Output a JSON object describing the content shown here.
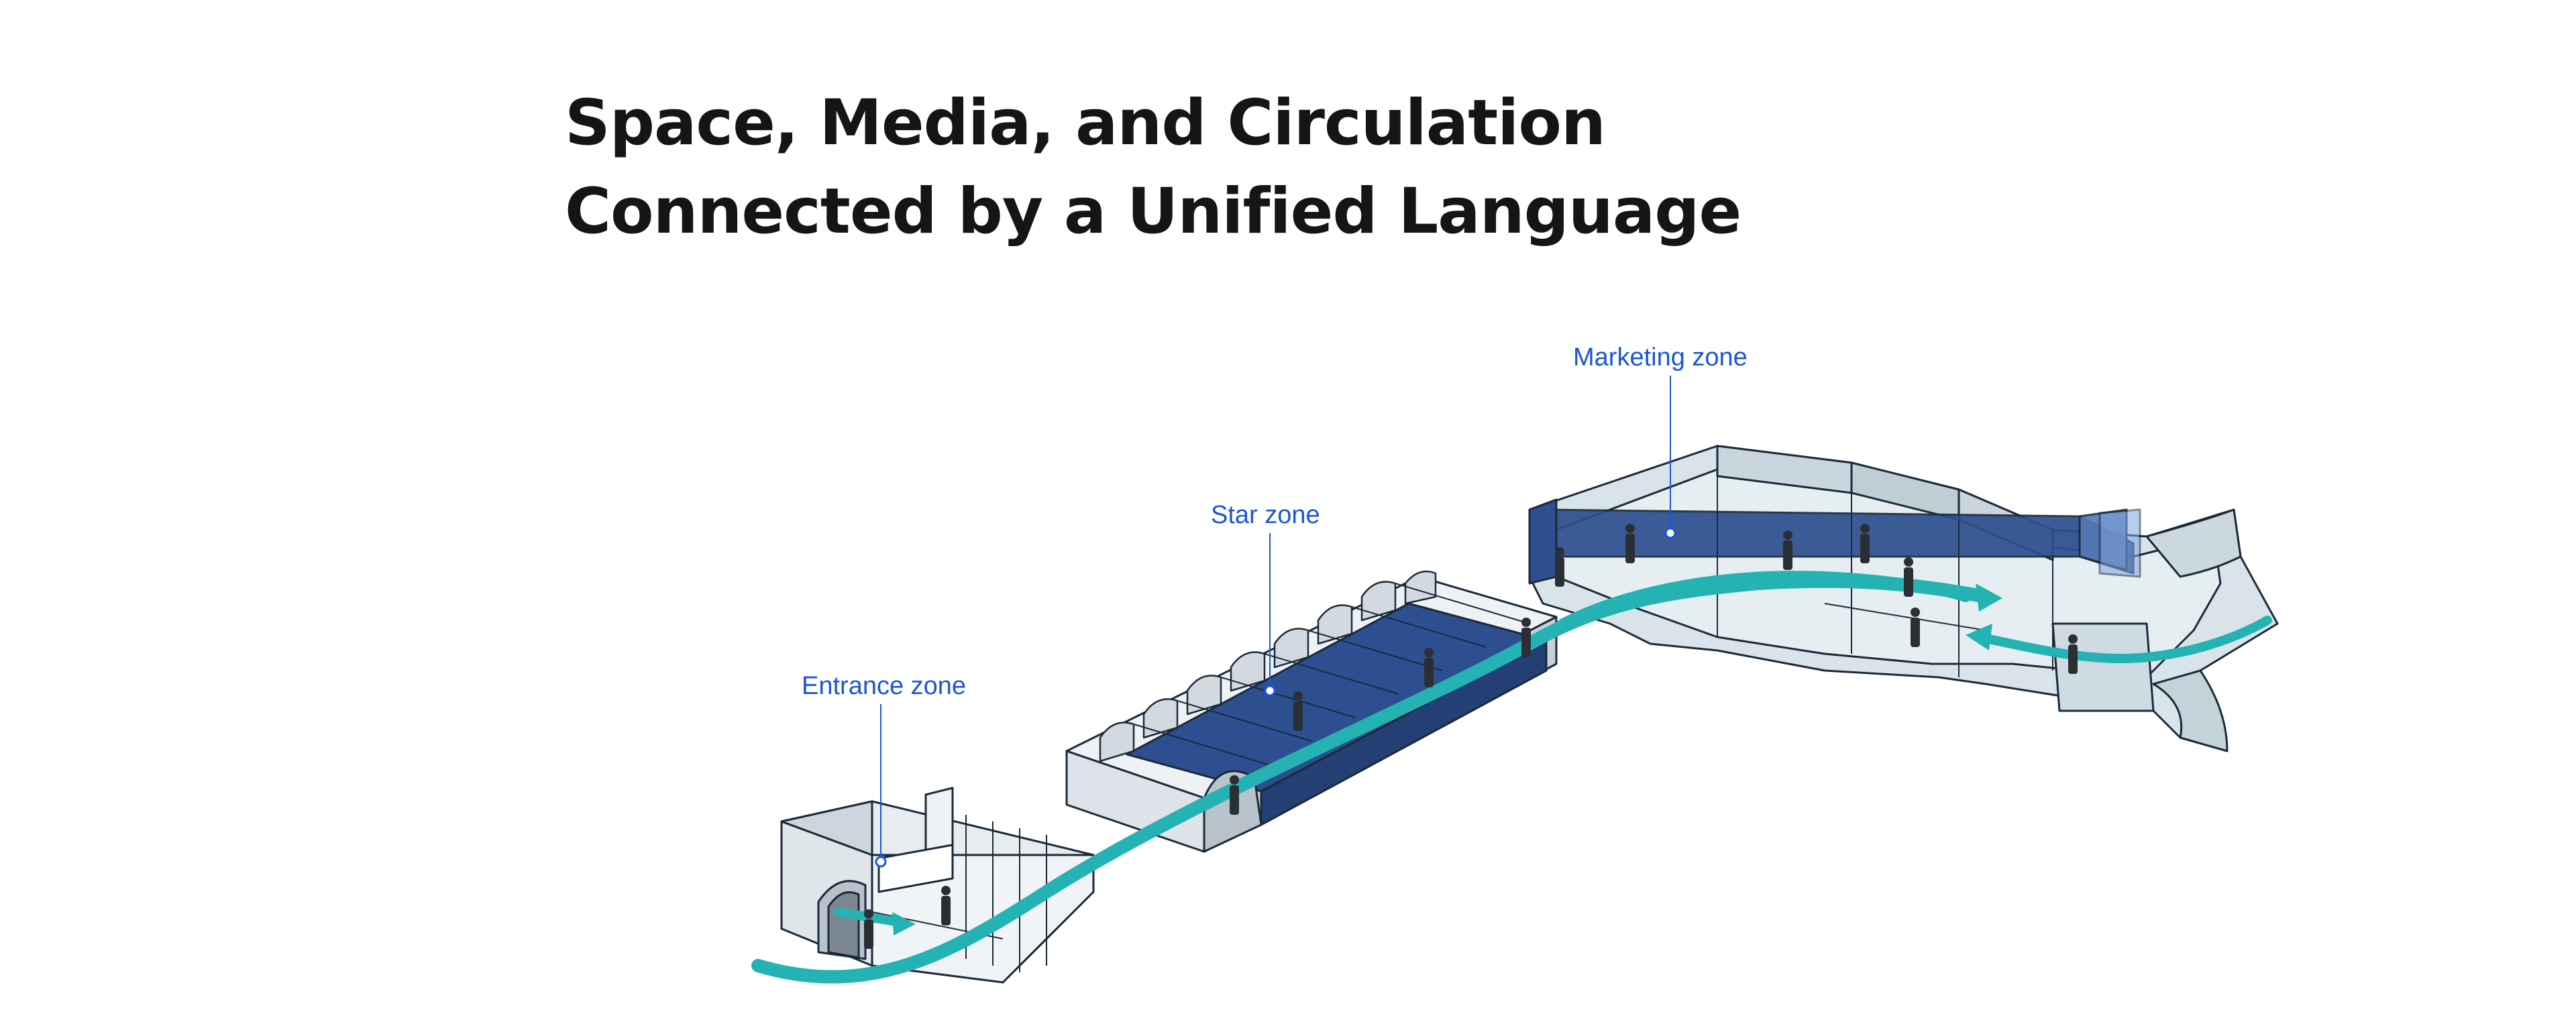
{
  "title": {
    "line1": "Space, Media, and Circulation",
    "line2": "Connected by a Unified Language"
  },
  "zones": [
    {
      "id": "entrance",
      "label": "Entrance zone"
    },
    {
      "id": "star",
      "label": "Star zone"
    },
    {
      "id": "marketing",
      "label": "Marketing zone"
    }
  ],
  "colors": {
    "text": "#151515",
    "label": "#1a56d6",
    "circulation": "#24b3b2",
    "media_panel": "#2d4f8f",
    "wall": "#d8e4ea",
    "outline": "#1b2a3a"
  }
}
